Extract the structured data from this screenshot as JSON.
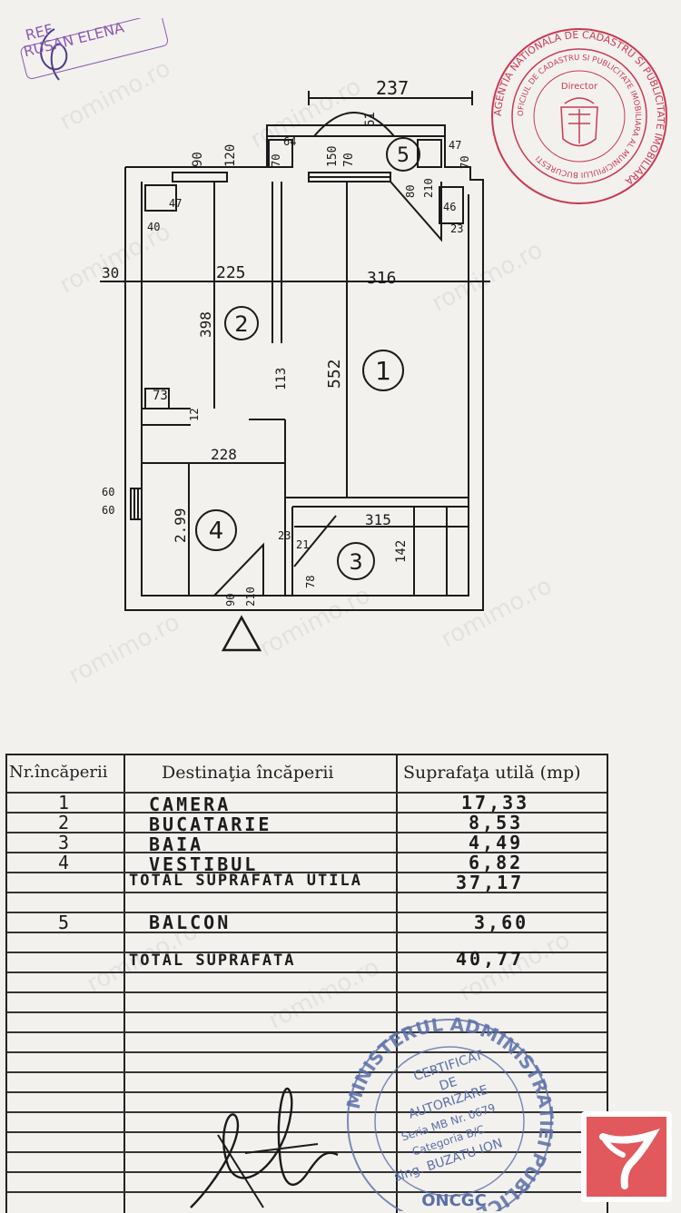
{
  "plan": {
    "rooms": [
      "1",
      "2",
      "3",
      "4",
      "5"
    ],
    "dimensions": {
      "top_width": "237",
      "top_61": "61",
      "d64": "64",
      "d70a": "70",
      "d90a": "90",
      "d120a": "120",
      "d150": "150",
      "d70b": "70",
      "d80": "80",
      "d210a": "210",
      "d47a": "47",
      "d70c": "70",
      "d47b": "47",
      "d40": "40",
      "d46": "46",
      "d23": "23",
      "d30": "30",
      "w225": "225",
      "w316": "316",
      "h398": "398",
      "h552": "552",
      "d113": "113",
      "d73": "73",
      "d12": "12",
      "w228": "228",
      "d60a": "60",
      "d60b": "60",
      "h299": "2.99",
      "w315": "315",
      "d23b": "23",
      "d21": "21",
      "d78": "78",
      "d142": "142",
      "d90b": "90",
      "d210b": "210"
    }
  },
  "header": {
    "ref_label": "REF",
    "ref_name": "RUSAN ELENA"
  },
  "stamp_red": {
    "outer_text": "AGENTIA NATIONALA DE CADASTRU SI PUBLICITATE IMOBILIARA",
    "inner_text": "OFICIUL DE CADASTRU SI PUBLICITATE IMOBILIARA AL MUNICIPIULUI BUCURESTI",
    "center_text": "Director"
  },
  "table": {
    "headers": {
      "nr": "Nr.încăperii",
      "dest": "Destinaţia încăperii",
      "area": "Suprafaţa utilă (mp)"
    },
    "rows": [
      {
        "nr": "1",
        "dest": "CAMERA",
        "area": "17,33"
      },
      {
        "nr": "2",
        "dest": "BUCATARIE",
        "area": "8,53"
      },
      {
        "nr": "3",
        "dest": "BAIA",
        "area": "4,49"
      },
      {
        "nr": "4",
        "dest": "VESTIBUL",
        "area": "6,82"
      },
      {
        "nr": "",
        "dest": "TOTAL SUPRAFATA UTILA",
        "area": "37,17"
      },
      {
        "nr": "5",
        "dest": "BALCON",
        "area": "3,60"
      },
      {
        "nr": "",
        "dest": "TOTAL SUPRAFATA",
        "area": "40,77"
      }
    ]
  },
  "stamp_blue": {
    "ring_text": "MINISTERUL ADMINISTRATIEI PUBLICE",
    "line1": "CERTIFICAT",
    "line2": "DE",
    "line3": "AUTORIZARE",
    "line4": "Seria MB Nr. 0679",
    "line5": "Categoria B/C",
    "line6": "sing. BUZATU ION",
    "bottom": "ONCGC"
  },
  "watermark": "romimo.ro",
  "colors": {
    "paper": "#f3f1ee",
    "ink": "#1a1a1a",
    "stamp_red": "#c93a53",
    "stamp_blue": "#5b6fa8",
    "ref_purple": "#8a5bb0",
    "logo_red": "#e1585d"
  },
  "icons": {
    "entrance": "triangle-arrow-icon",
    "logo": "brand-logo-icon"
  }
}
